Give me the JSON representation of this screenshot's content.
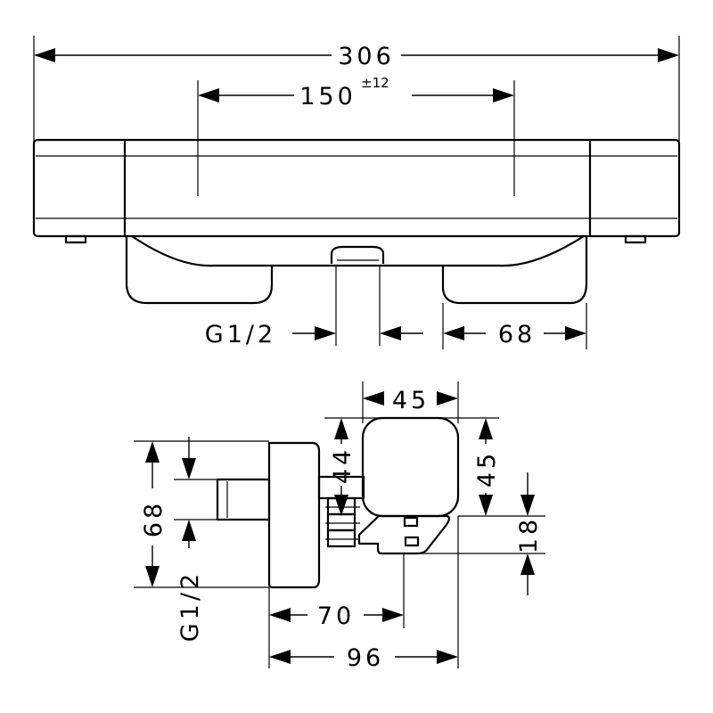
{
  "front_view": {
    "overall_width": "306",
    "center_distance": "150",
    "center_distance_tolerance": "±12",
    "connection_thread": "G1/2",
    "handle_depth": "68"
  },
  "side_view": {
    "handle_width": "45",
    "handle_offset": "44",
    "handle_height": "45",
    "outlet_height": "18",
    "wall_height": "68",
    "connection_thread": "G1/2",
    "depth_to_outlet": "70",
    "total_depth": "96"
  }
}
